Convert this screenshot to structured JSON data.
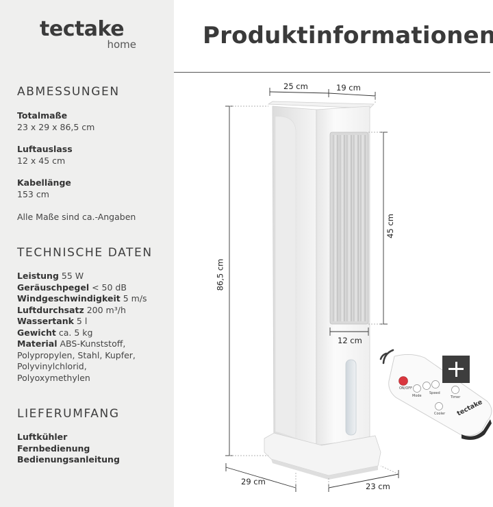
{
  "brand": {
    "name": "tectake",
    "sub": "home"
  },
  "page_title": "Produktinformationen",
  "sections": {
    "dimensions": {
      "title": "ABMESSUNGEN",
      "items": [
        {
          "label": "Totalmaße",
          "value": "23 x 29 x 86,5 cm"
        },
        {
          "label": "Luftauslass",
          "value": "12 x 45 cm"
        },
        {
          "label": "Kabellänge",
          "value": "153 cm"
        }
      ],
      "note": "Alle Maße sind ca.-Angaben"
    },
    "technical": {
      "title": "TECHNISCHE DATEN",
      "items": [
        {
          "label": "Leistung",
          "value": "55 W"
        },
        {
          "label": "Geräuschpegel",
          "value": "< 50 dB"
        },
        {
          "label": "Windgeschwindigkeit",
          "value": "5 m/s"
        },
        {
          "label": "Luftdurchsatz",
          "value": "200 m³/h"
        },
        {
          "label": "Wassertank",
          "value": "5 l"
        },
        {
          "label": "Gewicht",
          "value": "ca. 5 kg"
        },
        {
          "label": "Material",
          "value": "ABS-Kunststoff, Polypropylen, Stahl, Kupfer, Polyvinylchlorid, Polyoxymethylen"
        }
      ]
    },
    "delivery": {
      "title": "LIEFERUMFANG",
      "items": [
        "Luftkühler",
        "Fernbedienung",
        "Bedienungsanleitung"
      ]
    }
  },
  "dimension_labels": {
    "top_width": "25 cm",
    "top_depth": "19 cm",
    "height": "86,5 cm",
    "outlet_height": "45 cm",
    "outlet_width": "12 cm",
    "base_depth": "29 cm",
    "base_width": "23 cm"
  },
  "remote": {
    "brand": "tectake",
    "buttons": [
      "ON/OFF",
      "Mode",
      "Speed",
      "Timer",
      "Cooler"
    ]
  },
  "colors": {
    "panel": "#efefee",
    "text": "#3a3a3a",
    "accent_button": "#d9363e"
  }
}
